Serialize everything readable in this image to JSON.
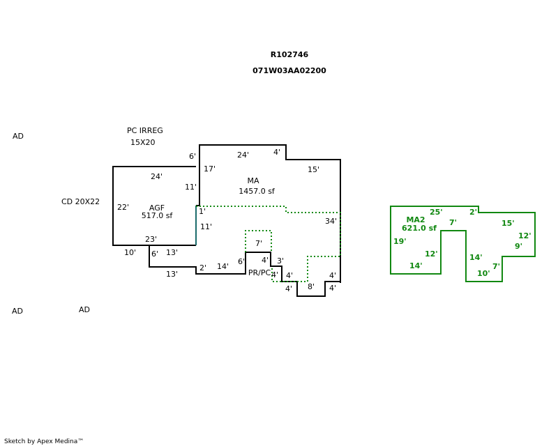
{
  "header": {
    "parcel_id": "R102746",
    "map_number": "071W03AA02200"
  },
  "notes": {
    "ad_1": "AD",
    "ad_2": "AD",
    "ad_3": "AD",
    "pc_irreg": "PC IRREG",
    "pc_size": "15X20",
    "cd": "CD 20X22"
  },
  "areas": {
    "agf": {
      "name": "AGF",
      "area": "517.0 sf"
    },
    "ma": {
      "name": "MA",
      "area": "1457.0 sf"
    },
    "ma2": {
      "name": "MA2",
      "area": "621.0 sf"
    },
    "prpc": {
      "name": "PR/PC"
    }
  },
  "dims": {
    "agf_top": "24'",
    "agf_left": "22'",
    "agf_right": "11'",
    "agf_bottom": "23'",
    "ma_6": "6'",
    "ma_24": "24'",
    "ma_4top": "4'",
    "ma_17": "17'",
    "ma_15": "15'",
    "ma_1": "1'",
    "ma_11": "11'",
    "ma_34": "34'",
    "b_10": "10'",
    "b_6": "6'",
    "b_13a": "13'",
    "b_13b": "13'",
    "b_2": "2'",
    "b_14": "14'",
    "b_6b": "6'",
    "b_7": "7'",
    "b_4a": "4'",
    "b_3": "3'",
    "b_4b": "4'",
    "b_4c": "4'",
    "b_4d": "4'",
    "b_8": "8'",
    "b_4e": "4'",
    "b_4f": "4'",
    "m2_25": "25'",
    "m2_2": "2'",
    "m2_7": "7'",
    "m2_15": "15'",
    "m2_12a": "12'",
    "m2_19": "19'",
    "m2_12b": "12'",
    "m2_9": "9'",
    "m2_14a": "14'",
    "m2_14b": "14'",
    "m2_7b": "7'",
    "m2_10": "10'"
  },
  "footer": {
    "credit": "Sketch by Apex Medina™"
  },
  "colors": {
    "outline": "#000000",
    "green": "#118811",
    "teal": "#1a6b6b"
  }
}
